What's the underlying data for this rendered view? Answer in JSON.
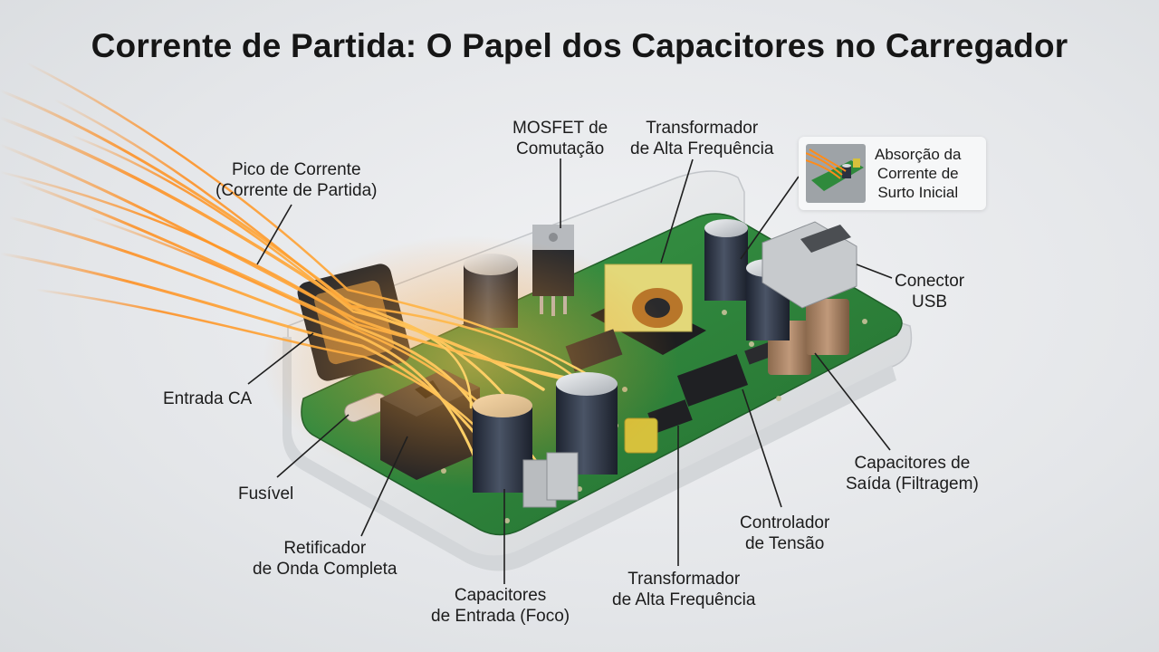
{
  "title": "Corrente de Partida: O Papel dos Capacitores no Carregador",
  "labels": {
    "pico": [
      "Pico de Corrente",
      "(Corrente de Partida)"
    ],
    "mosfet": [
      "MOSFET de",
      "Comutação"
    ],
    "transformador_top": [
      "Transformador",
      "de Alta Frequência"
    ],
    "absorcao": [
      "Absorção da",
      "Corrente de",
      "Surto Inicial"
    ],
    "conector": [
      "Conector",
      "USB"
    ],
    "entrada": [
      "Entrada CA"
    ],
    "fusivel": [
      "Fusível"
    ],
    "retificador": [
      "Retificador",
      "de Onda Completa"
    ],
    "cap_entrada": [
      "Capacitores",
      "de Entrada (Foco)"
    ],
    "transformador_bottom": [
      "Transformador",
      "de Alta Frequência"
    ],
    "controlador": [
      "Controlador",
      "de Tensão"
    ],
    "cap_saida": [
      "Capacitores de",
      "Saída (Filtragem)"
    ]
  },
  "colors": {
    "pcb": "#2f8a3c",
    "housing": "#e9eaec",
    "current": "#ff8a1a",
    "capacitor": "#2a3140"
  },
  "icons": {
    "inset_thumbnail": "current-surge-thumbnail-icon"
  }
}
